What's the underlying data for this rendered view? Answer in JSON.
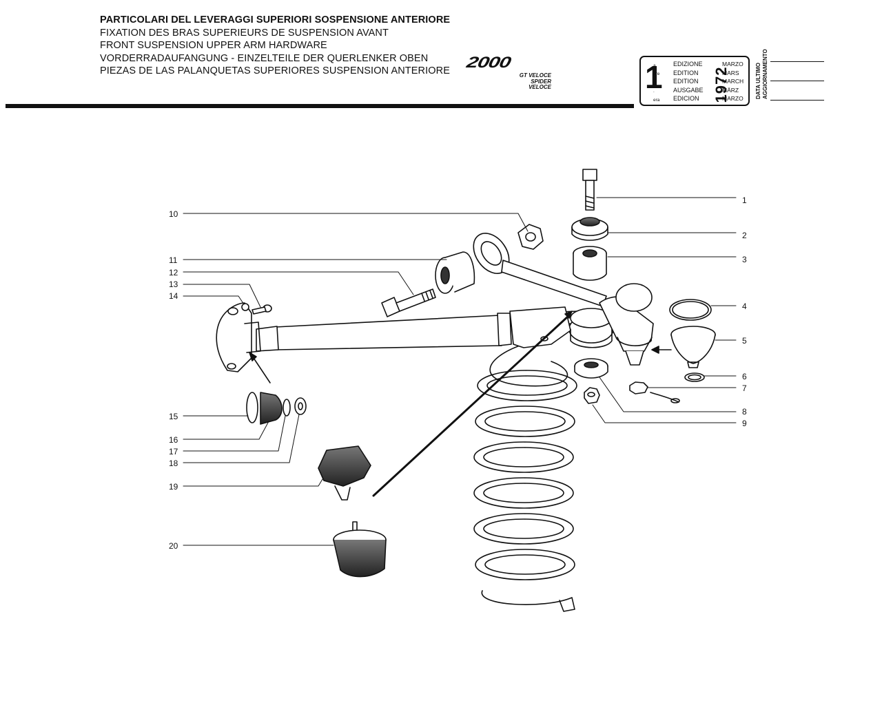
{
  "header": {
    "titles": [
      "PARTICOLARI DEL LEVERAGGI SUPERIORI SOSPENSIONE ANTERIORE",
      "FIXATION DES BRAS SUPERIEURS DE SUSPENSION AVANT",
      "FRONT SUSPENSION UPPER ARM HARDWARE",
      "VORDERRADAUFANGUNG - EINZELTEILE DER QUERLENKER OBEN",
      "PIEZAS DE LAS PALANQUETAS SUPERIORES SUSPENSION ANTERIORE"
    ]
  },
  "logo": {
    "wordmark": "2000",
    "models": [
      "GT VELOCE",
      "SPIDER VELOCE"
    ]
  },
  "edition_box": {
    "number": "1",
    "suffixes": [
      "a",
      "ere",
      "st",
      ".",
      "era"
    ],
    "labels": [
      "EDIZIONE",
      "EDITION",
      "EDITION",
      "AUSGABE",
      "EDICION"
    ],
    "year": "1972",
    "months": [
      "MARZO",
      "MARS",
      "MARCH",
      "MÄRZ",
      "MARZO"
    ]
  },
  "update_box": {
    "label_lines": [
      "DATA ULTIMO",
      "AGGIORNAMENTO"
    ]
  },
  "callouts": {
    "right": [
      "1",
      "2",
      "3",
      "4",
      "5",
      "6",
      "7",
      "8",
      "9"
    ],
    "left": [
      "10",
      "11",
      "12",
      "13",
      "14",
      "15",
      "16",
      "17",
      "18",
      "19",
      "20"
    ]
  },
  "colors": {
    "ink": "#111111",
    "paper": "#ffffff"
  }
}
